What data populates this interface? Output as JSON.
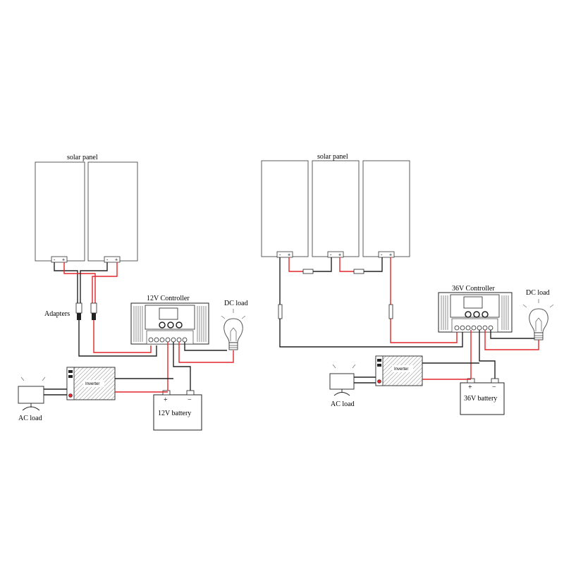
{
  "left": {
    "solar_label": "solar panel",
    "adapters_label": "Adapters",
    "controller_label": "12V Controller",
    "dc_load_label": "DC load",
    "battery_label": "12V battery",
    "inverter_label": "Inverter",
    "ac_load_label": "AC load"
  },
  "right": {
    "solar_label": "solar panel",
    "controller_label": "36V Controller",
    "dc_load_label": "DC load",
    "battery_label": "36V battery",
    "inverter_label": "Inverter",
    "ac_load_label": "AC load"
  },
  "terminal": {
    "minus": "-",
    "plus": "+"
  },
  "battery_terminal": {
    "plus": "+",
    "minus": "−"
  },
  "colors": {
    "positive_wire": "#e2262b",
    "negative_wire": "#222222"
  },
  "icons": [
    "solar-panel-icon",
    "controller-icon",
    "battery-icon",
    "inverter-icon",
    "bulb-icon",
    "monitor-icon",
    "connector-icon"
  ]
}
